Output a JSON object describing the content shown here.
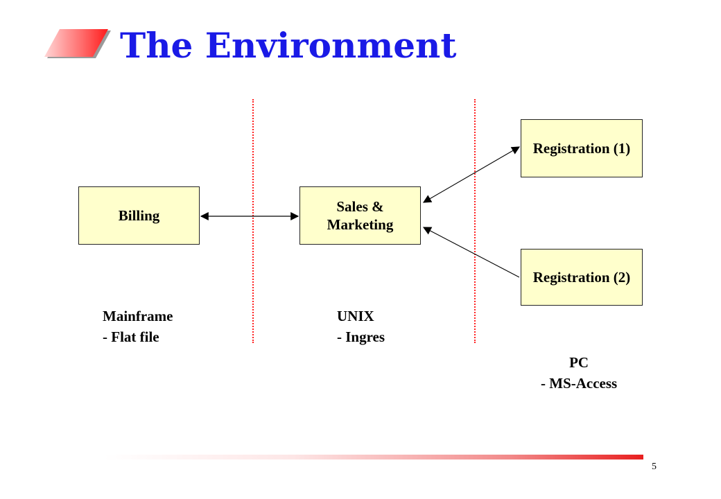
{
  "slide": {
    "title": "The Environment",
    "page_number": "5"
  },
  "boxes": {
    "billing": "Billing",
    "sales": "Sales &\nMarketing",
    "registration1": "Registration (1)",
    "registration2": "Registration (2)"
  },
  "platforms": {
    "mainframe": "Mainframe\n- Flat file",
    "unix": "UNIX\n- Ingres",
    "pc": "PC\n- MS-Access"
  },
  "colors": {
    "title": "#1a1ae6",
    "box_fill": "#ffffcc",
    "divider": "#ff2020",
    "accent": "#e81f1f"
  }
}
